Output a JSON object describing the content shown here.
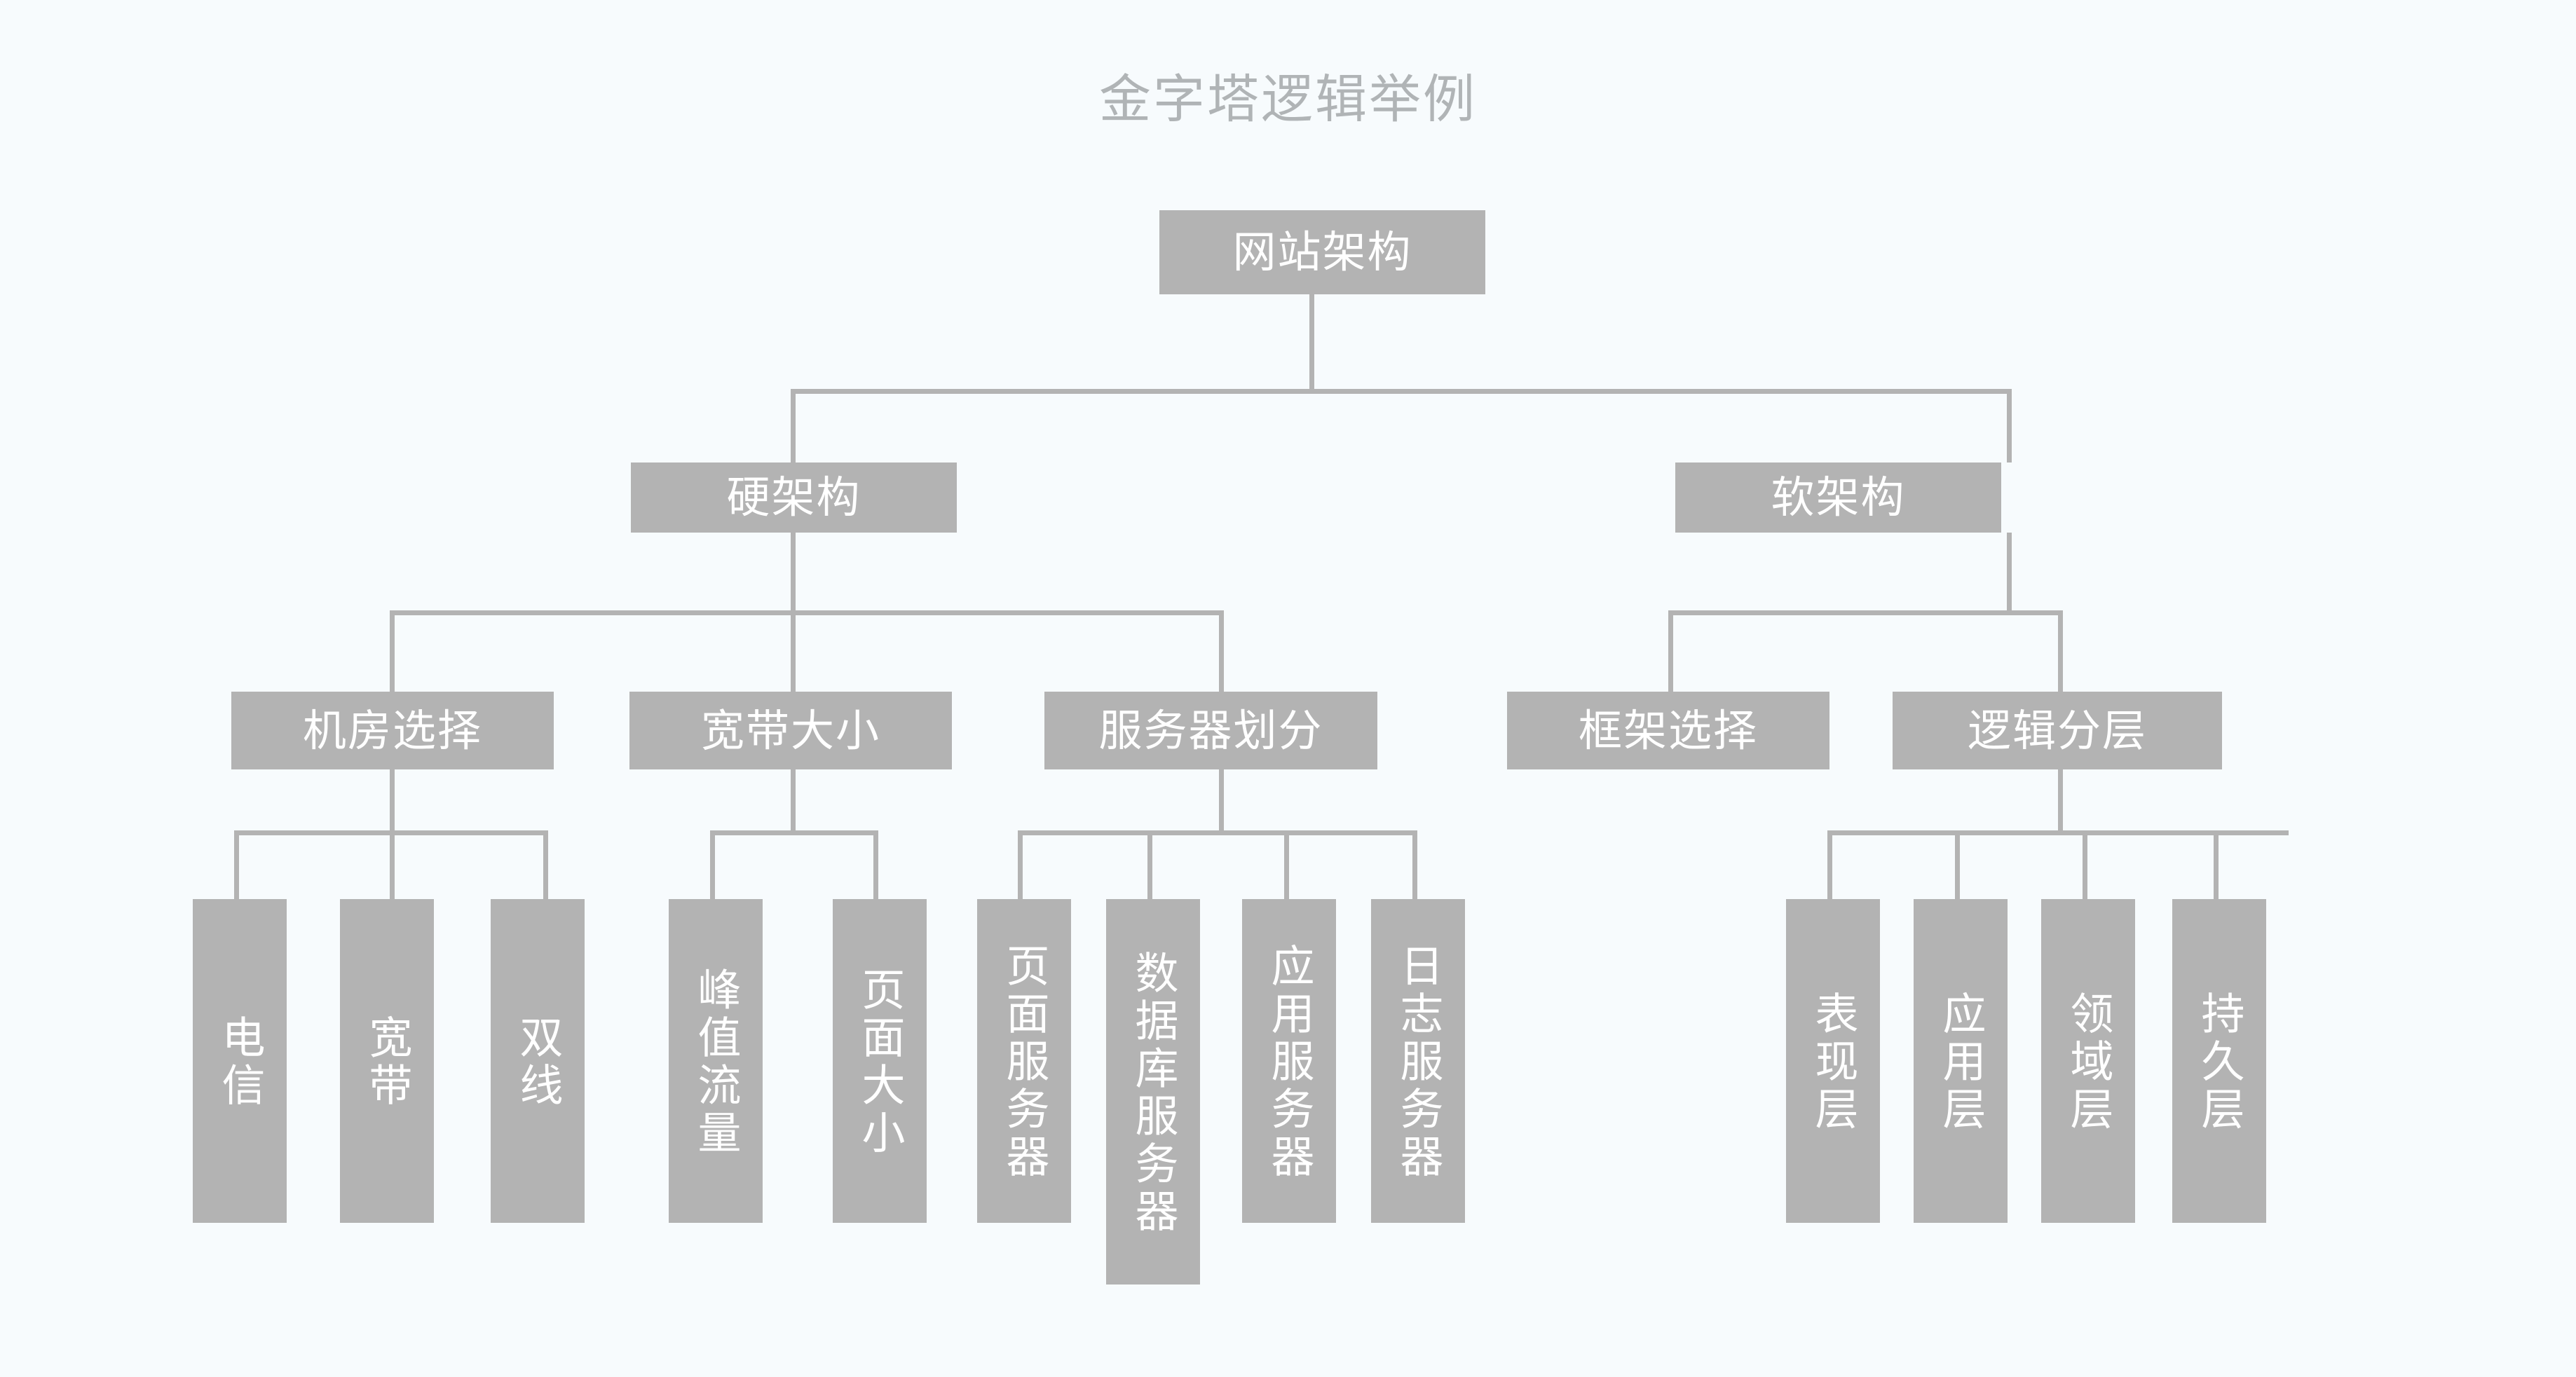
{
  "title": "金字塔逻辑举例",
  "colors": {
    "background": "#f7fbfd",
    "node_fill": "#b3b3b3",
    "node_text": "#ffffff",
    "title_text": "#b0b4b6",
    "connector": "#b3b3b3"
  },
  "tree": {
    "root": {
      "label": "网站架构"
    },
    "level2": [
      {
        "label": "硬架构"
      },
      {
        "label": "软架构"
      }
    ],
    "level3": [
      {
        "label": "机房选择"
      },
      {
        "label": "宽带大小"
      },
      {
        "label": "服务器划分"
      },
      {
        "label": "框架选择"
      },
      {
        "label": "逻辑分层"
      }
    ],
    "leaves": [
      {
        "label": "电信"
      },
      {
        "label": "宽带"
      },
      {
        "label": "双线"
      },
      {
        "label": "峰值流量"
      },
      {
        "label": "页面大小"
      },
      {
        "label": "页面服务器"
      },
      {
        "label": "数据库服务器"
      },
      {
        "label": "应用服务器"
      },
      {
        "label": "日志服务器"
      },
      {
        "label": "表现层"
      },
      {
        "label": "应用层"
      },
      {
        "label": "领域层"
      },
      {
        "label": "持久层"
      }
    ]
  }
}
